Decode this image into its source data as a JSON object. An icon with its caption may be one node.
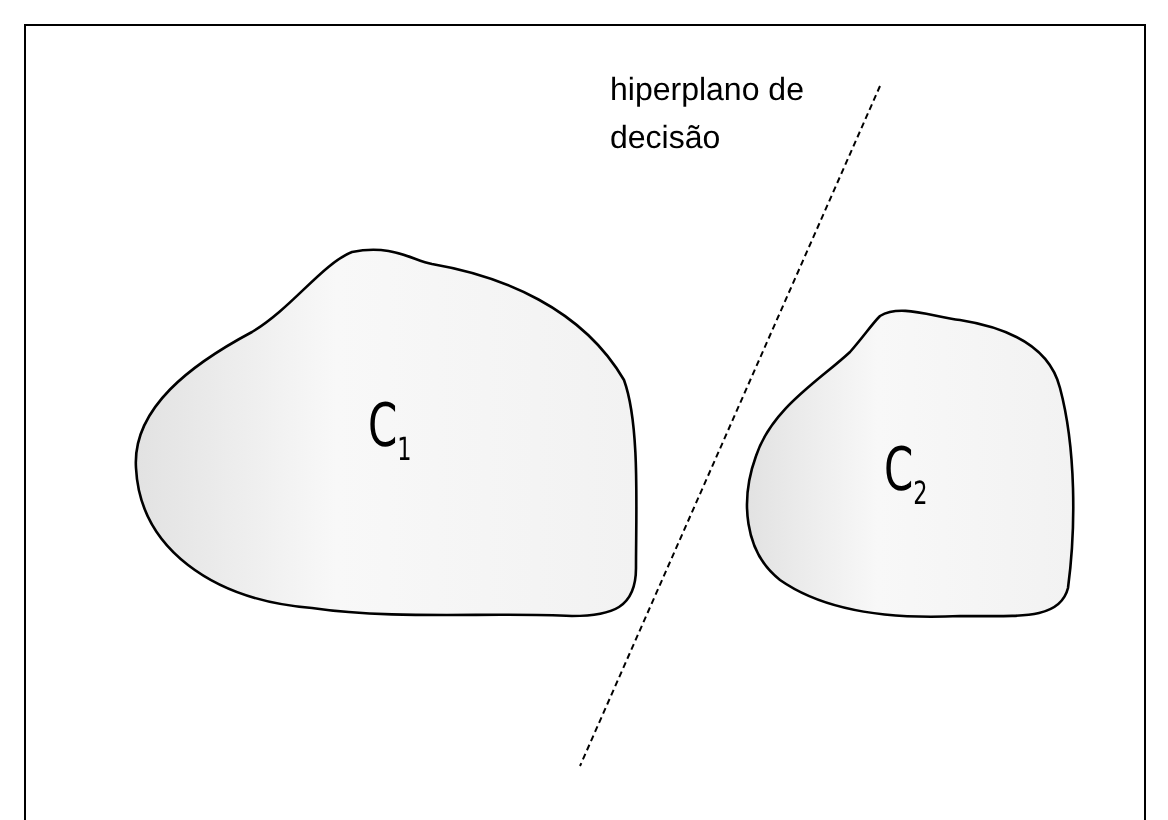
{
  "diagram": {
    "nodes": [
      {
        "text": [
          "C$_{1}$"
        ]
      },
      {
        "text": [
          "C$_{2}$"
        ]
      }
    ],
    "labels": [
      "hiperplano de decisão"
    ]
  }
}
